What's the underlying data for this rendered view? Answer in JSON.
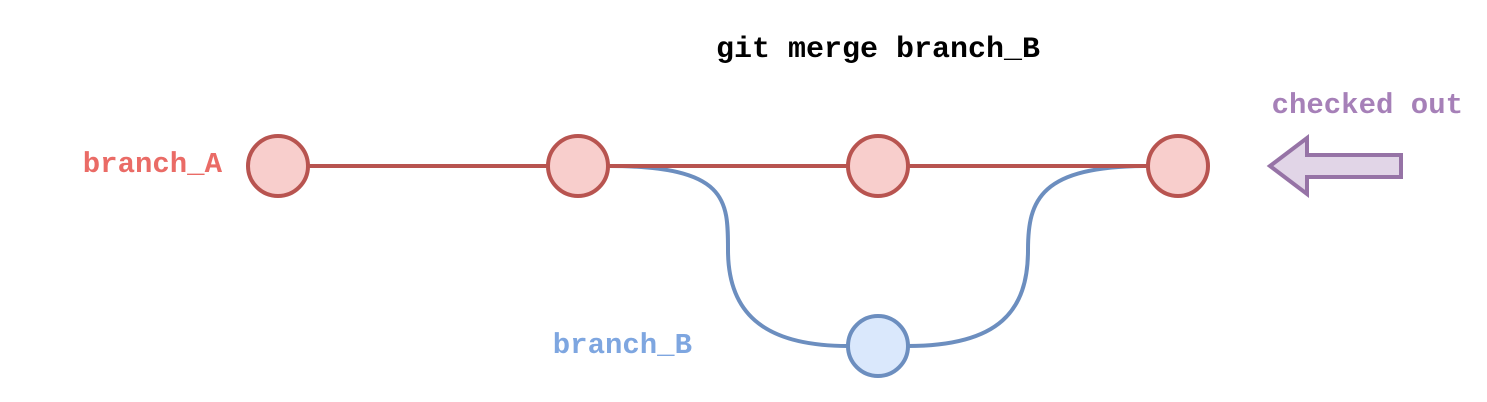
{
  "title": "git merge branch_B",
  "branches": {
    "a": {
      "label": "branch_A"
    },
    "b": {
      "label": "branch_B"
    }
  },
  "checked_out": {
    "label": "checked out",
    "icon": "left-arrow-icon"
  },
  "colors": {
    "branch_a_line": "#b85450",
    "branch_a_fill": "#f8cecc",
    "branch_a_text": "#ea6b66",
    "branch_b_line": "#6c8ebf",
    "branch_b_fill": "#dae8fc",
    "branch_b_text": "#7ea6e0",
    "checked_out_line": "#9673a6",
    "checked_out_fill": "#e1d5e7",
    "checked_out_text": "#a680b8",
    "title_text": "#000000"
  }
}
